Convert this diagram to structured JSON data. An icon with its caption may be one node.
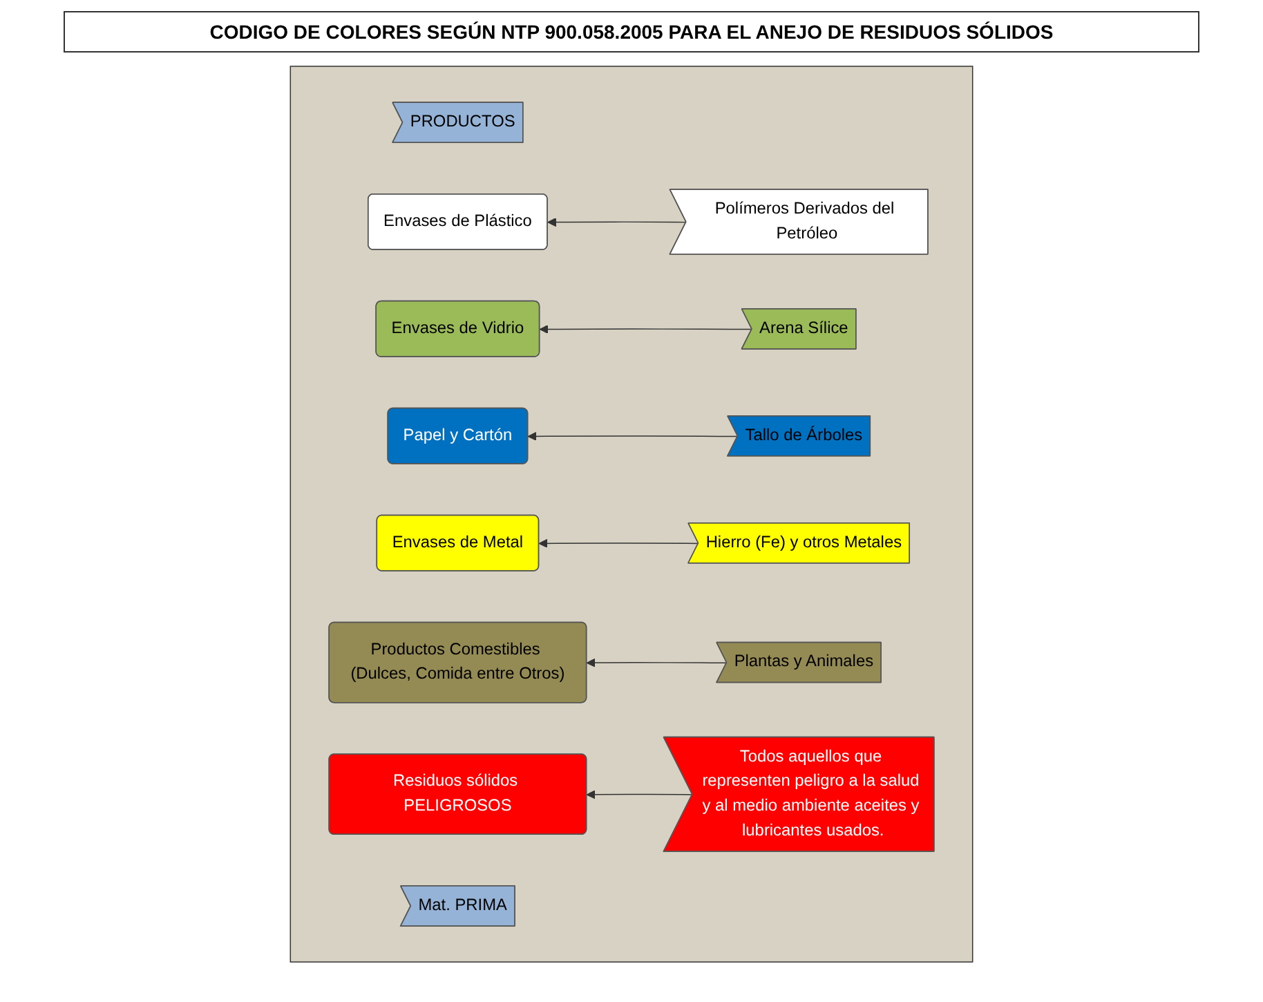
{
  "diagram": {
    "title": "CODIGO DE COLORES SEGÚN NTP 900.058.2005 PARA EL ANEJO DE RESIDUOS SÓLIDOS",
    "nodes": [
      {
        "text": [],
        "shape": "box"
      },
      {
        "text": [
          "PRODUCTOS"
        ],
        "in": 0
      },
      {
        "text": [
          "Envases de Plástico"
        ],
        "in": 0
      },
      {
        "text": [
          "Polímeros Derivados del Petróleo"
        ],
        "in": 0
      },
      {
        "text": [
          "Envases de Vidrio"
        ],
        "in": 0
      },
      {
        "text": [
          "Arena Sílice"
        ],
        "in": 0
      },
      {
        "text": [
          "Papel y Cartón"
        ],
        "in": 0
      },
      {
        "text": [
          "Tallo de Árboles"
        ],
        "in": 0
      },
      {
        "text": [
          "Envases de Metal"
        ],
        "in": 0
      },
      {
        "text": [
          "Hierro (Fe) y otros Metales"
        ],
        "in": 0
      },
      {
        "text": [
          "Productos Comestibles (Dulces, Comida entre Otros)"
        ],
        "in": 0
      },
      {
        "text": [
          "Plantas y Animales"
        ],
        "in": 0
      },
      {
        "text": [
          "Residuos sólidos PELIGROSOS"
        ],
        "in": 0
      },
      {
        "text": [
          "Todos aquellos que representen peligro a la salud y al medio ambiente aceites y lubricantes usados."
        ],
        "in": 0
      },
      {
        "text": [
          "Mat. PRIMA"
        ],
        "in": 0
      }
    ],
    "edges": [
      {
        "from": 3,
        "to": 2,
        "arrow": "to"
      },
      {
        "from": 5,
        "to": 4,
        "arrow": "to"
      },
      {
        "from": 7,
        "to": 6,
        "arrow": "to"
      },
      {
        "from": 9,
        "to": 8,
        "arrow": "to"
      },
      {
        "from": 11,
        "to": 10,
        "arrow": "to"
      },
      {
        "from": 13,
        "to": 12,
        "arrow": "to"
      }
    ]
  }
}
